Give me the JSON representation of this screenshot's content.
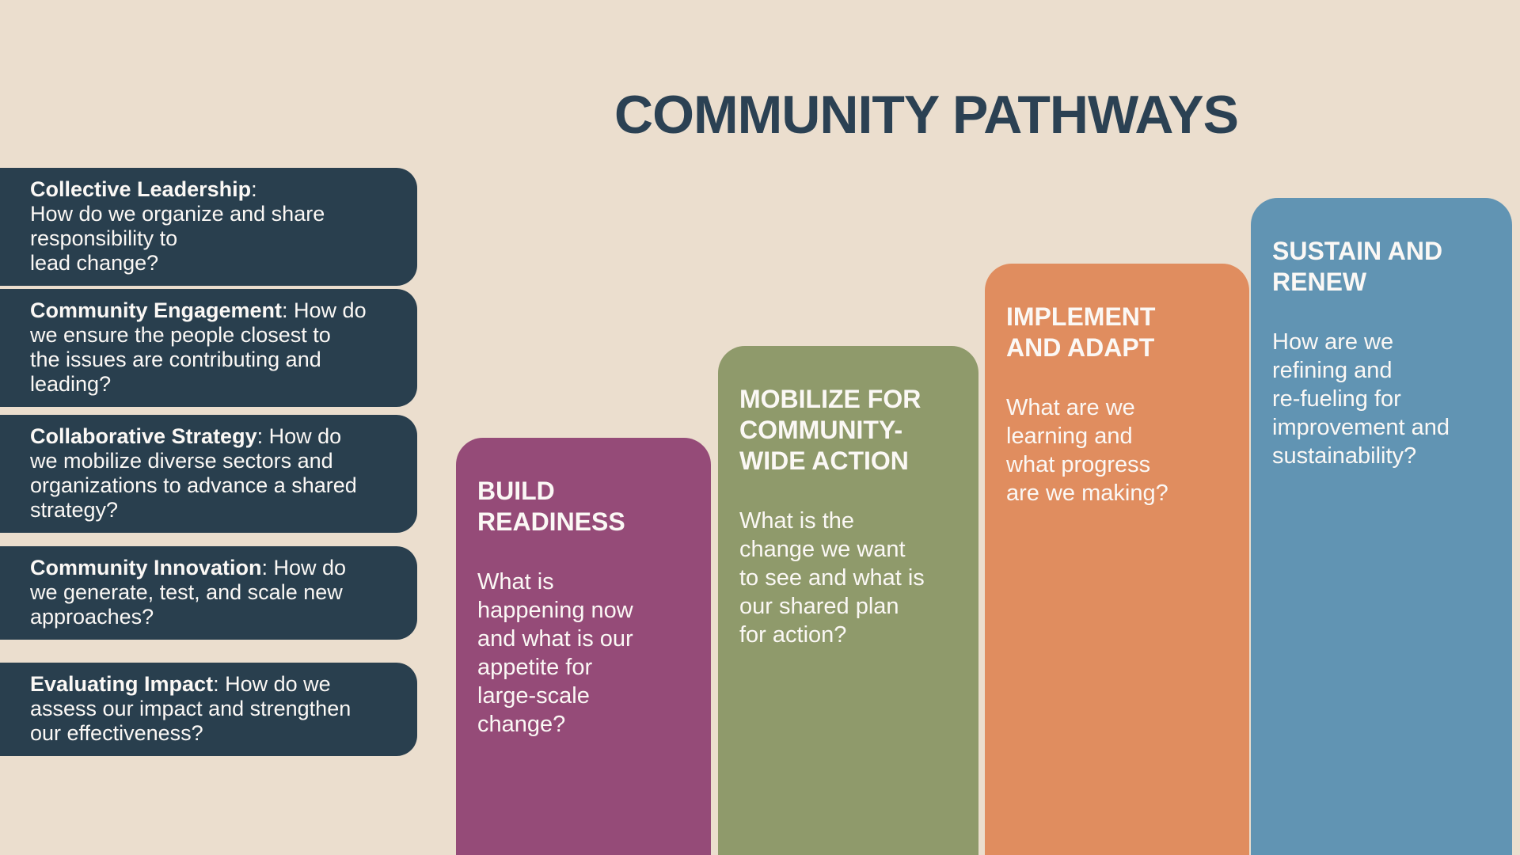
{
  "title": "COMMUNITY PATHWAYS",
  "colors": {
    "background": "#EBDECE",
    "navy_card": "#293F4E",
    "title_text": "#2B4153",
    "card_text": "#FBF8F5",
    "step_purple": "#954B78",
    "step_olive": "#8F9A6B",
    "step_orange": "#E08D5F",
    "step_blue": "#6194B3"
  },
  "left_boxes": [
    {
      "bold": "Collective Leadership",
      "rest": ":\nHow do we organize and share\nresponsibility to\nlead change?"
    },
    {
      "bold": "Community Engagement",
      "rest": ": How do\nwe ensure the people closest to\nthe issues are contributing and\nleading?"
    },
    {
      "bold": "Collaborative Strategy",
      "rest": ": How do\nwe mobilize diverse sectors and\norganizations to advance a shared\nstrategy?"
    },
    {
      "bold": "Community Innovation",
      "rest": ": How do\nwe generate, test, and scale new\napproaches?"
    },
    {
      "bold": "Evaluating Impact",
      "rest": ": How do we\nassess our impact and strengthen\nour effectiveness?"
    }
  ],
  "columns": [
    {
      "heading": "BUILD\nREADINESS",
      "body": "What is\nhappening now\nand what is our\nappetite for\nlarge-scale\nchange?"
    },
    {
      "heading": "MOBILIZE FOR\nCOMMUNITY-\nWIDE ACTION",
      "body": "What is the\nchange we want\nto see and what is\nour shared plan\nfor action?"
    },
    {
      "heading": "IMPLEMENT\nAND ADAPT",
      "body": "What are we\nlearning and\nwhat progress\nare we making?"
    },
    {
      "heading": "SUSTAIN AND\nRENEW",
      "body": "How are we\nrefining and\nre-fueling for\nimprovement and\nsustainability?"
    }
  ]
}
